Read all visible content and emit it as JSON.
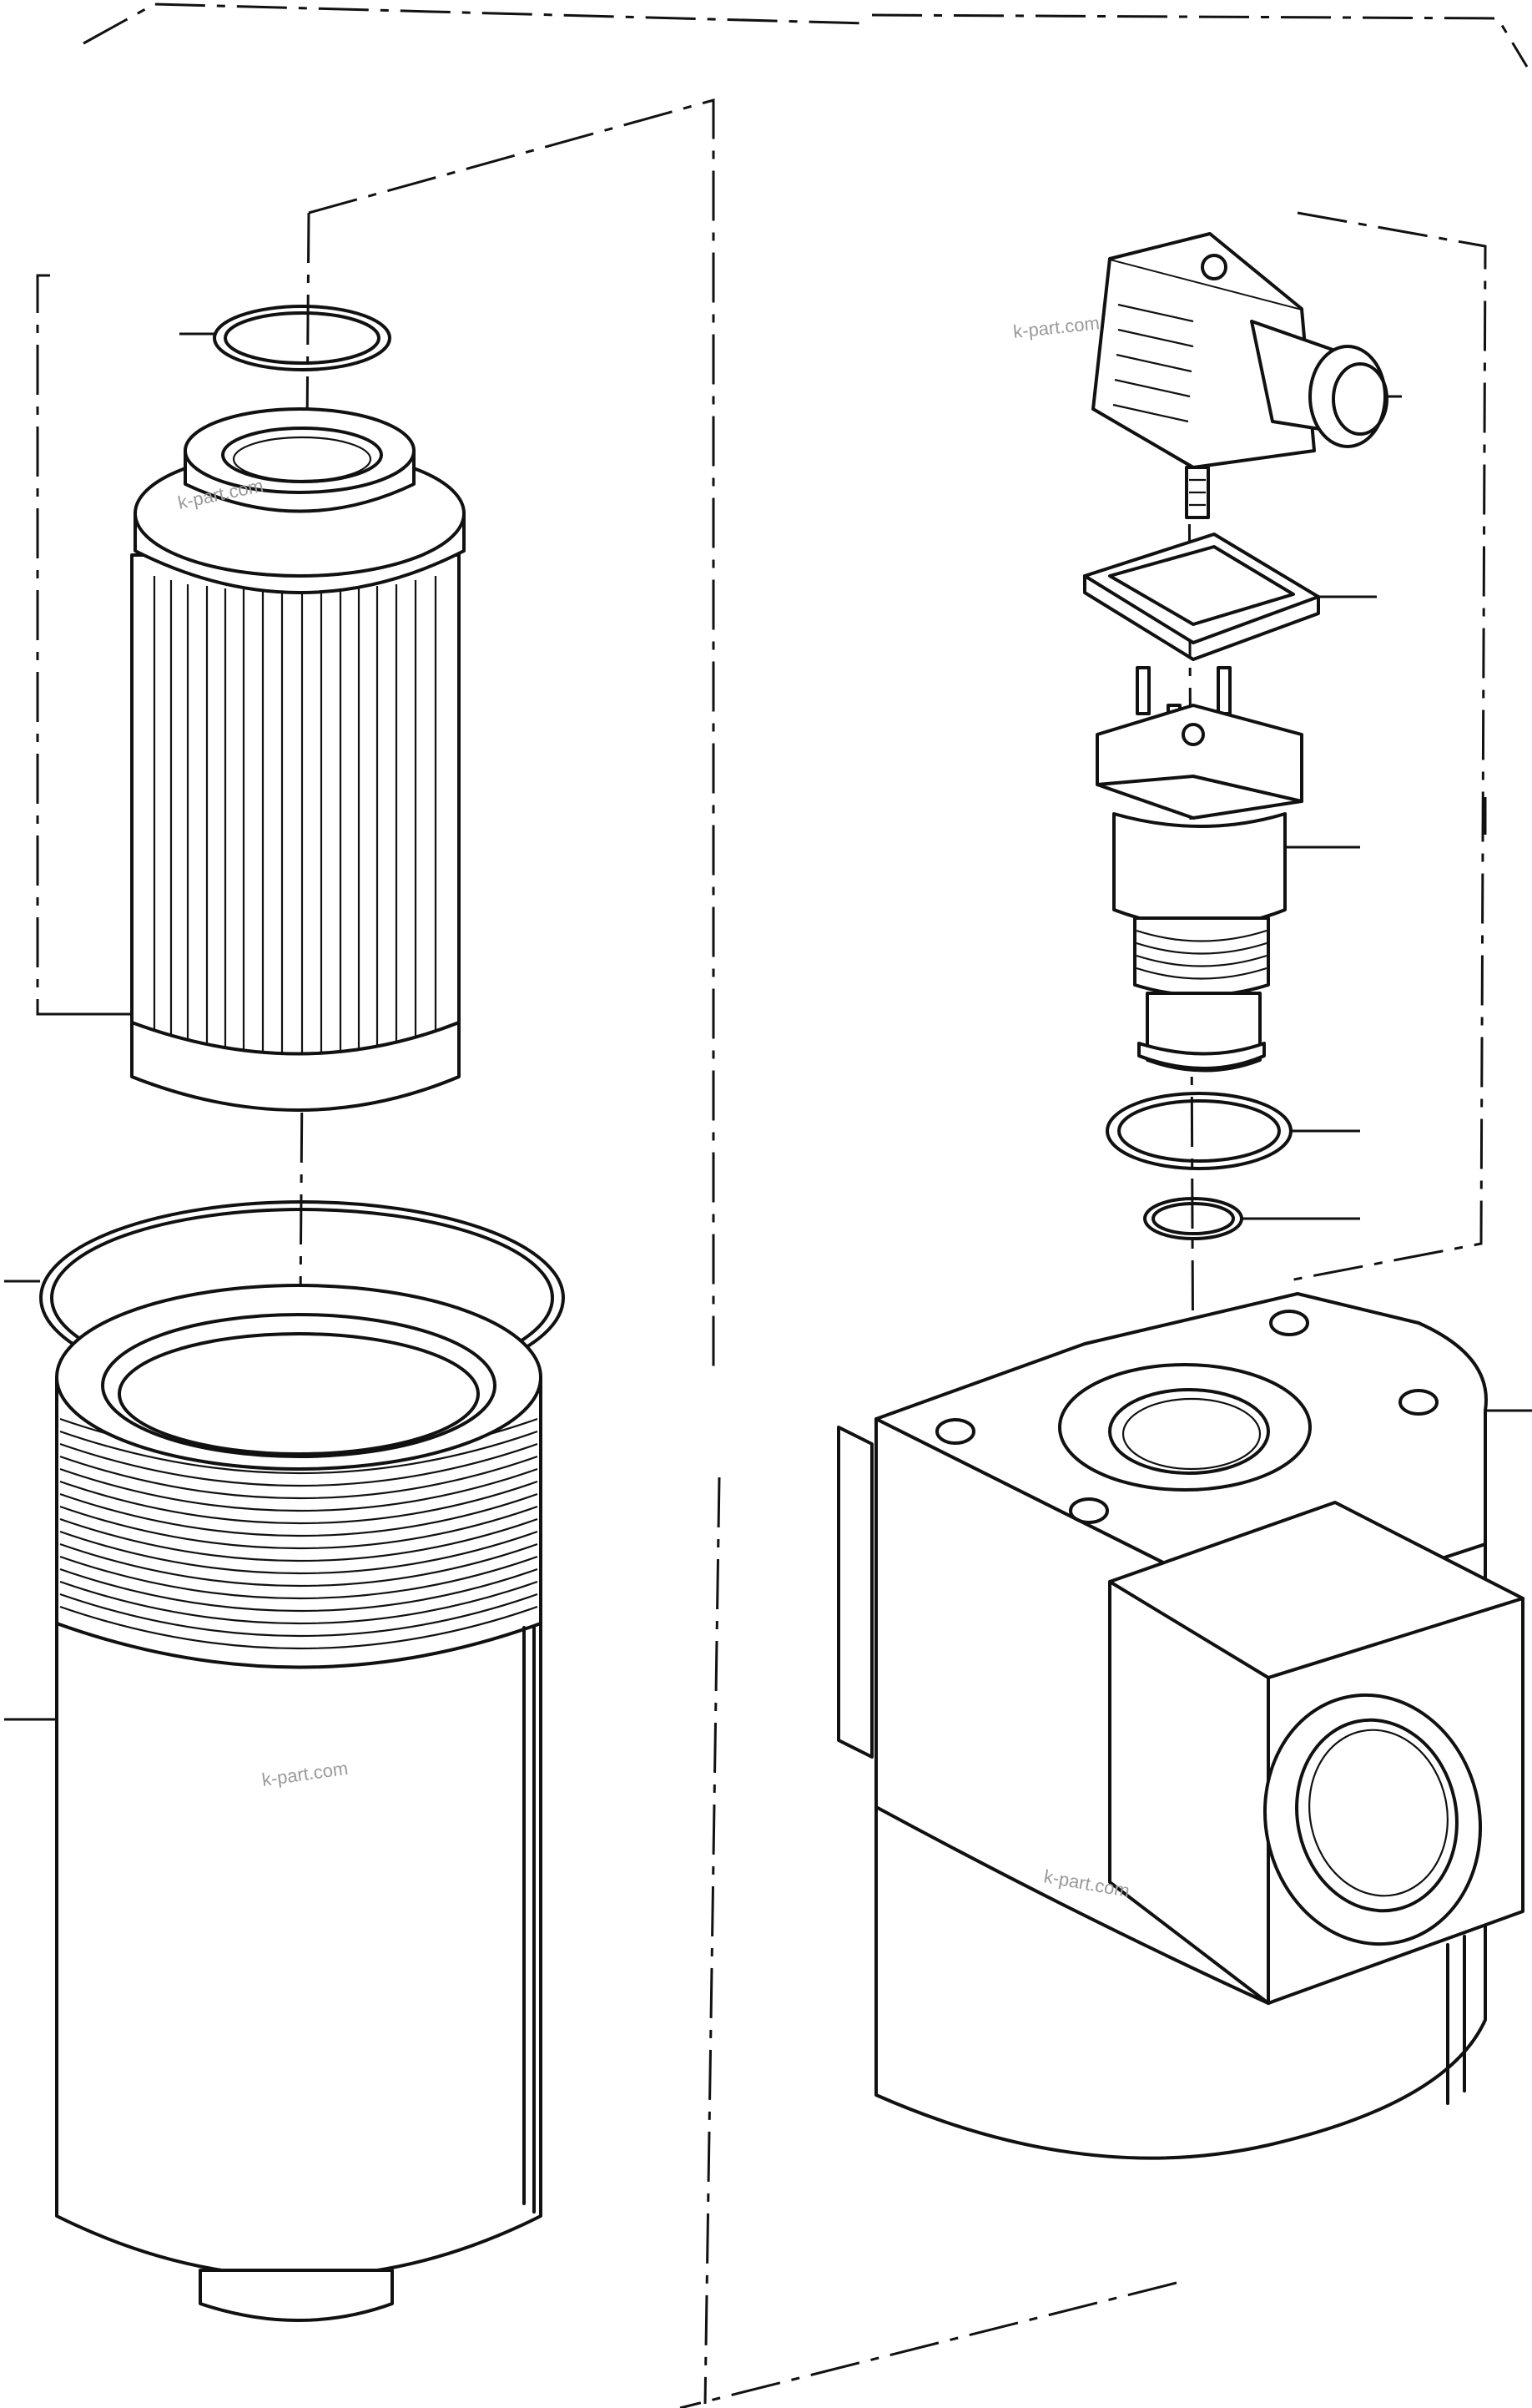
{
  "watermarks": [
    "k-part.com",
    "k-part.com",
    "k-part.com",
    "k-part.com"
  ],
  "colors": {
    "ink": "#111111",
    "paper": "#ffffff",
    "watermark": "#9a9a9a"
  },
  "parts": [
    "small-o-ring",
    "filter-element",
    "large-o-ring",
    "filter-bowl",
    "plug-connector",
    "plug-gasket",
    "pressure-switch",
    "switch-seal-ring",
    "switch-small-o-ring",
    "filter-head"
  ]
}
